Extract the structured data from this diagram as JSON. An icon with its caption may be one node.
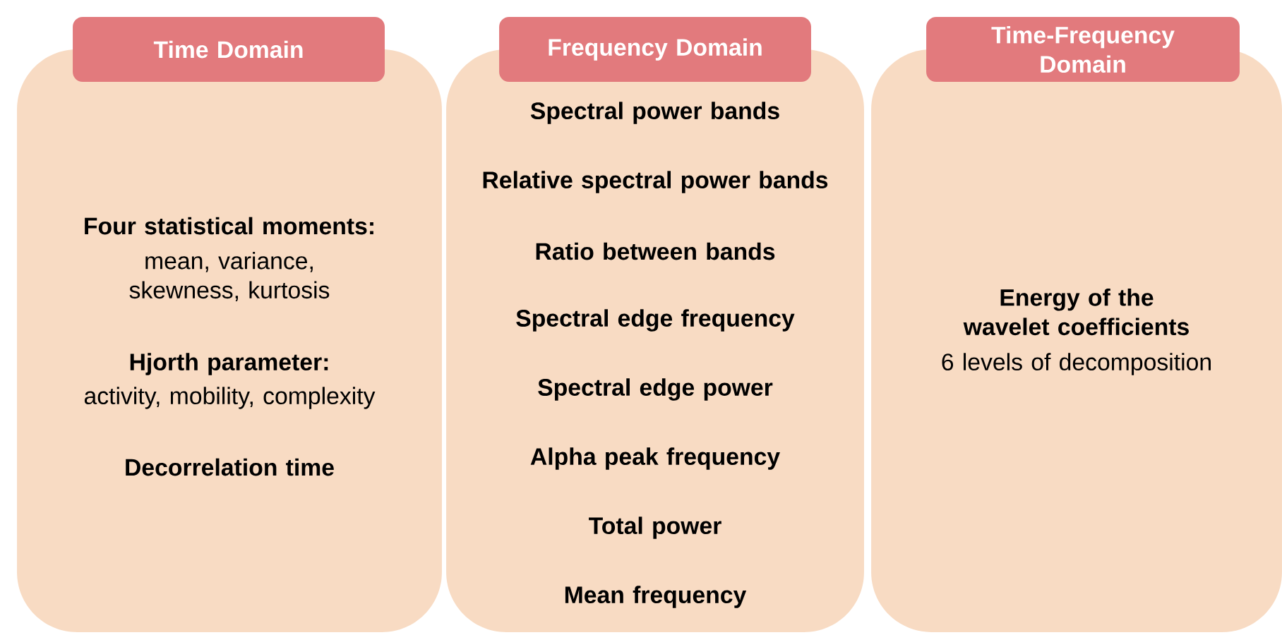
{
  "diagram": {
    "nodes": [
      {
        "text": [
          "Time Domain"
        ]
      },
      {
        "text": [
          "Four statistical moments:",
          "mean, variance, skewness, kurtosis",
          "Hjorth parameter:",
          "activity, mobility, complexity",
          "Decorrelation time"
        ]
      },
      {
        "text": [
          "Frequency Domain"
        ]
      },
      {
        "text": [
          "Spectral power bands",
          "Relative spectral power bands",
          "Ratio between bands",
          "Spectral edge frequency",
          "Spectral edge power",
          "Alpha peak frequency",
          "Total power",
          "Mean frequency"
        ]
      },
      {
        "text": [
          "Time-Frequency Domain"
        ]
      },
      {
        "text": [
          "Energy of the wavelet coefficients",
          "6 levels of decomposition"
        ]
      }
    ]
  }
}
